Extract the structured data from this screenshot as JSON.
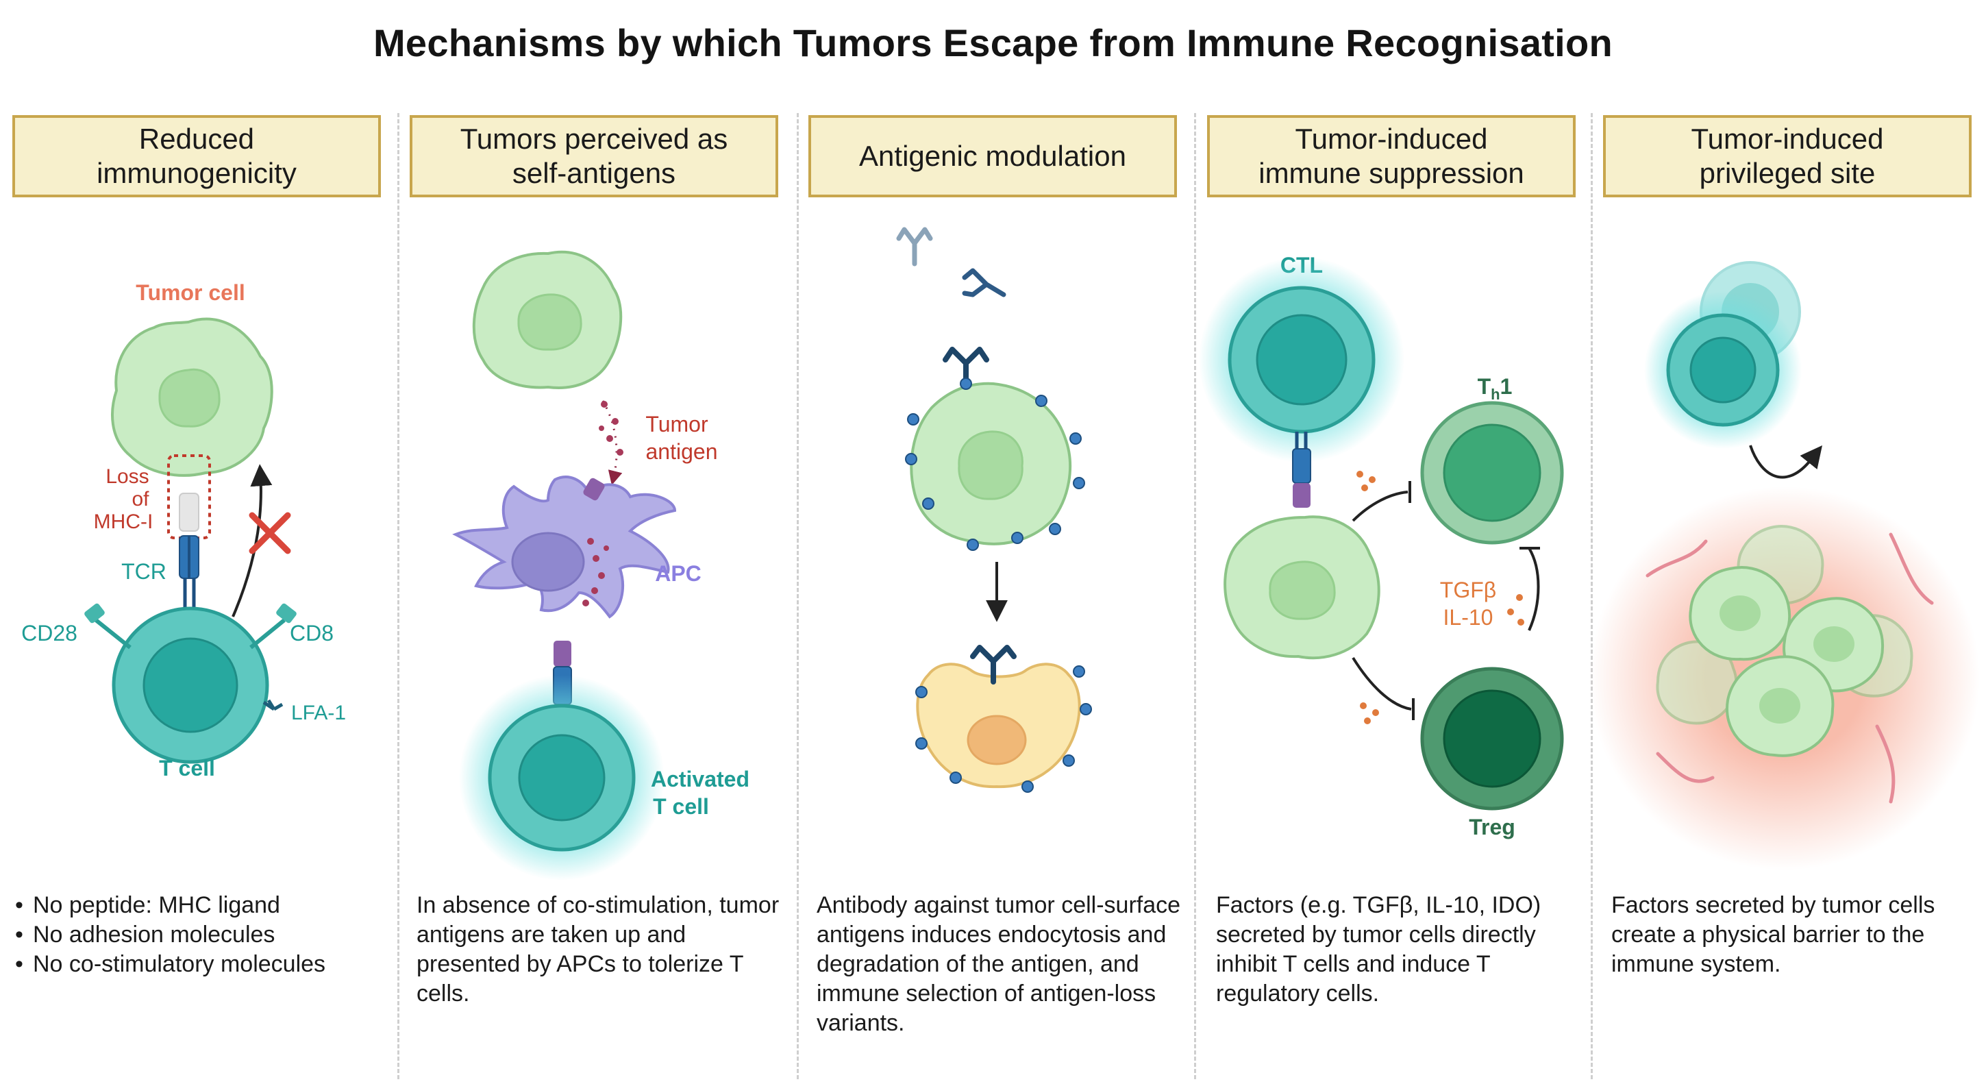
{
  "title": "Mechanisms by which Tumors Escape from Immune Recognisation",
  "panels": [
    {
      "header": "Reduced\nimmunogenicity",
      "labels": {
        "tumor_cell": "Tumor cell",
        "loss_mhc": [
          "Loss",
          "of",
          "MHC-I"
        ],
        "tcr": "TCR",
        "cd28": "CD28",
        "cd8": "CD8",
        "lfa1": "LFA-1",
        "t_cell": "T cell"
      },
      "bullets": [
        "No peptide: MHC ligand",
        "No adhesion molecules",
        "No co-stimulatory molecules"
      ]
    },
    {
      "header": "Tumors perceived as\nself-antigens",
      "labels": {
        "tumor_antigen": [
          "Tumor",
          "antigen"
        ],
        "apc": "APC",
        "activated_t_cell": [
          "Activated",
          "T cell"
        ]
      },
      "description": "In absence of co-stimulation, tumor antigens are taken up and presented by APCs to tolerize T cells."
    },
    {
      "header": "Antigenic modulation",
      "labels": {},
      "description": "Antibody against tumor cell-surface antigens induces endocytosis and degradation of the antigen, and immune selection of antigen-loss variants."
    },
    {
      "header": "Tumor-induced\nimmune suppression",
      "labels": {
        "ctl": "CTL",
        "th1_main": "T",
        "th1_sub": "h",
        "th1_tail": "1",
        "tgfb": "TGFβ",
        "il10": "IL-10",
        "treg": "Treg"
      },
      "description": "Factors (e.g. TGFβ, IL-10, IDO) secreted by tumor cells directly inhibit T cells and induce T regulatory cells."
    },
    {
      "header": "Tumor-induced\nprivileged site",
      "labels": {},
      "description": "Factors secreted by tumor cells create a physical barrier to the immune system."
    }
  ],
  "colors": {
    "header_fill": "#f7f0cc",
    "header_border": "#c8a64d",
    "tumor_fill": "#c9ecc4",
    "tumor_nucleus": "#a8dba1",
    "tcell_fill": "#5ec8c0",
    "tcell_nucleus": "#27a89f",
    "apc_fill": "#b3aee6",
    "red_label": "#c0392b",
    "teal_label": "#1e9c94",
    "purple_label": "#8a7fe0",
    "orange_label": "#e07a3c",
    "green_dark": "#2e6e4c"
  }
}
